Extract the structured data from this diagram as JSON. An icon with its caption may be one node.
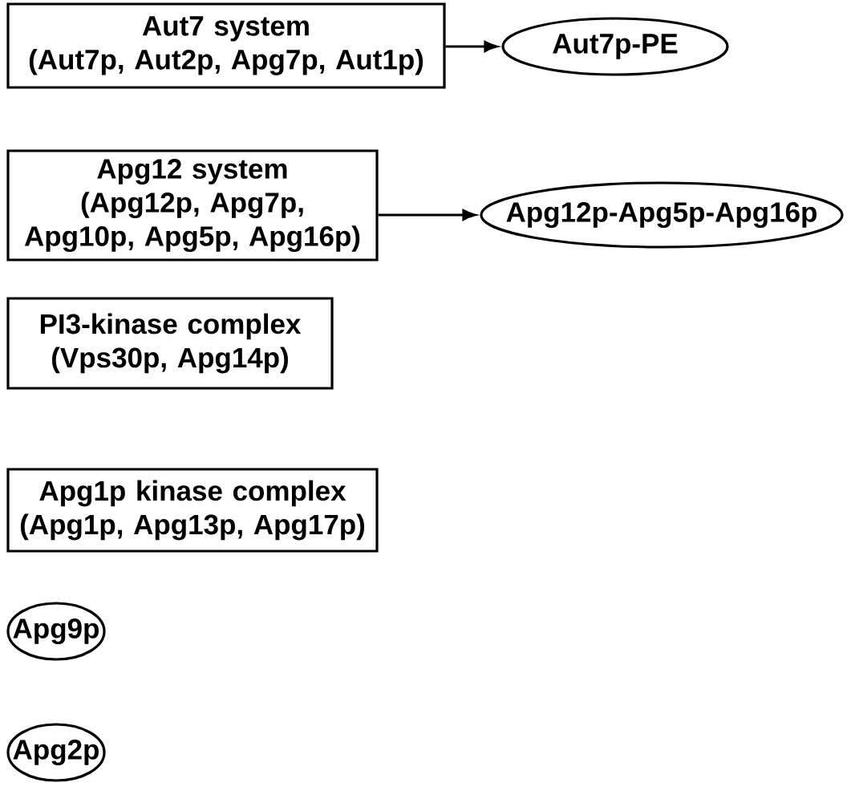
{
  "diagram": {
    "nodes": [
      {
        "text": [
          "Aut7 system",
          "(Aut7p, Aut2p, Apg7p, Aut1p)"
        ]
      },
      {
        "text": [
          "Aut7p-PE"
        ]
      },
      {
        "text": [
          "Apg12 system",
          "(Apg12p, Apg7p, Apg10p, Apg5p, Apg16p)"
        ]
      },
      {
        "text": [
          "Apg12p-Apg5p-Apg16p"
        ]
      },
      {
        "text": [
          "PI3-kinase complex",
          "(Vps30p, Apg14p)"
        ]
      },
      {
        "text": [
          "Apg1p kinase complex",
          "(Apg1p, Apg13p, Apg17p)"
        ]
      },
      {
        "text": [
          "Apg9p"
        ]
      },
      {
        "text": [
          "Apg2p"
        ]
      }
    ],
    "edges": [
      {
        "from": 0,
        "to": 1,
        "arrow": "to"
      },
      {
        "from": 2,
        "to": 3,
        "arrow": "to"
      }
    ]
  }
}
